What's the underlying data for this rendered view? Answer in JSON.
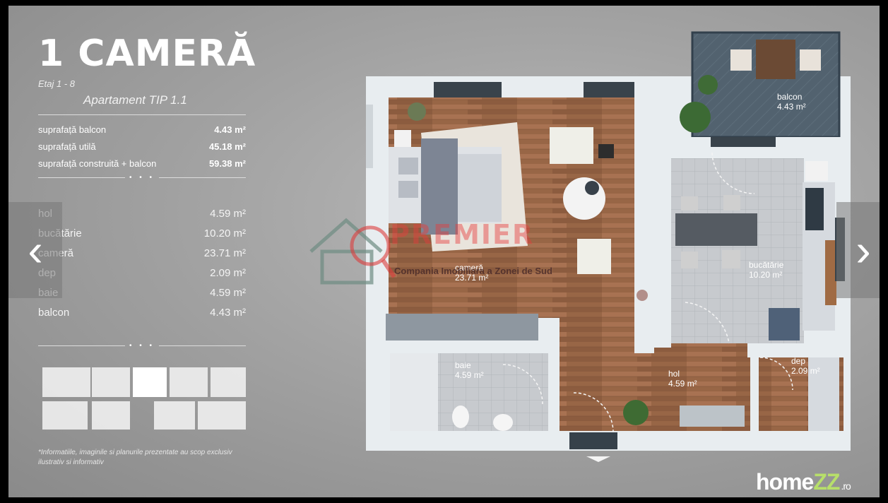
{
  "title": "1 CAMERĂ",
  "floors": "Etaj 1 - 8",
  "apartment_type": "Apartament TIP 1.1",
  "summary": [
    {
      "label": "suprafață balcon",
      "value": "4.43 m²"
    },
    {
      "label": "suprafață utilă",
      "value": "45.18 m²"
    },
    {
      "label": "suprafață construită + balcon",
      "value": "59.38 m²"
    }
  ],
  "dots": "• • •",
  "rooms": [
    {
      "name": "hol",
      "area": "4.59 m²"
    },
    {
      "name": "bucătărie",
      "area": "10.20 m²"
    },
    {
      "name": "cameră",
      "area": "23.71 m²"
    },
    {
      "name": "dep",
      "area": "2.09 m²"
    },
    {
      "name": "baie",
      "area": "4.59 m²"
    },
    {
      "name": "balcon",
      "area": "4.43 m²"
    }
  ],
  "plan_labels": {
    "balcon_name": "balcon",
    "balcon_area": "4.43 m²",
    "camera_name": "cameră",
    "camera_area": "23.71 m²",
    "bucatarie_name": "bucătărie",
    "bucatarie_area": "10.20 m²",
    "baie_name": "baie",
    "baie_area": "4.59 m²",
    "hol_name": "hol",
    "hol_area": "4.59 m²",
    "dep_name": "dep",
    "dep_area": "2.09 m²"
  },
  "watermark": {
    "brand": "PREMIER",
    "subtitle": "Compania Imobiliara a Zonei de Sud"
  },
  "disclaimer": "*Informatiile, imaginile si planurile prezentate au scop exclusiv ilustrativ si informativ",
  "nav": {
    "prev": "‹",
    "next": "›"
  },
  "logo": {
    "main": "home",
    "accent": "ZZ",
    "suffix": ".ro"
  },
  "colors": {
    "wood": "#9a6a48",
    "tile": "#b8bcc0",
    "wall": "#e9eef1",
    "balcony": "#4a5b6a"
  }
}
